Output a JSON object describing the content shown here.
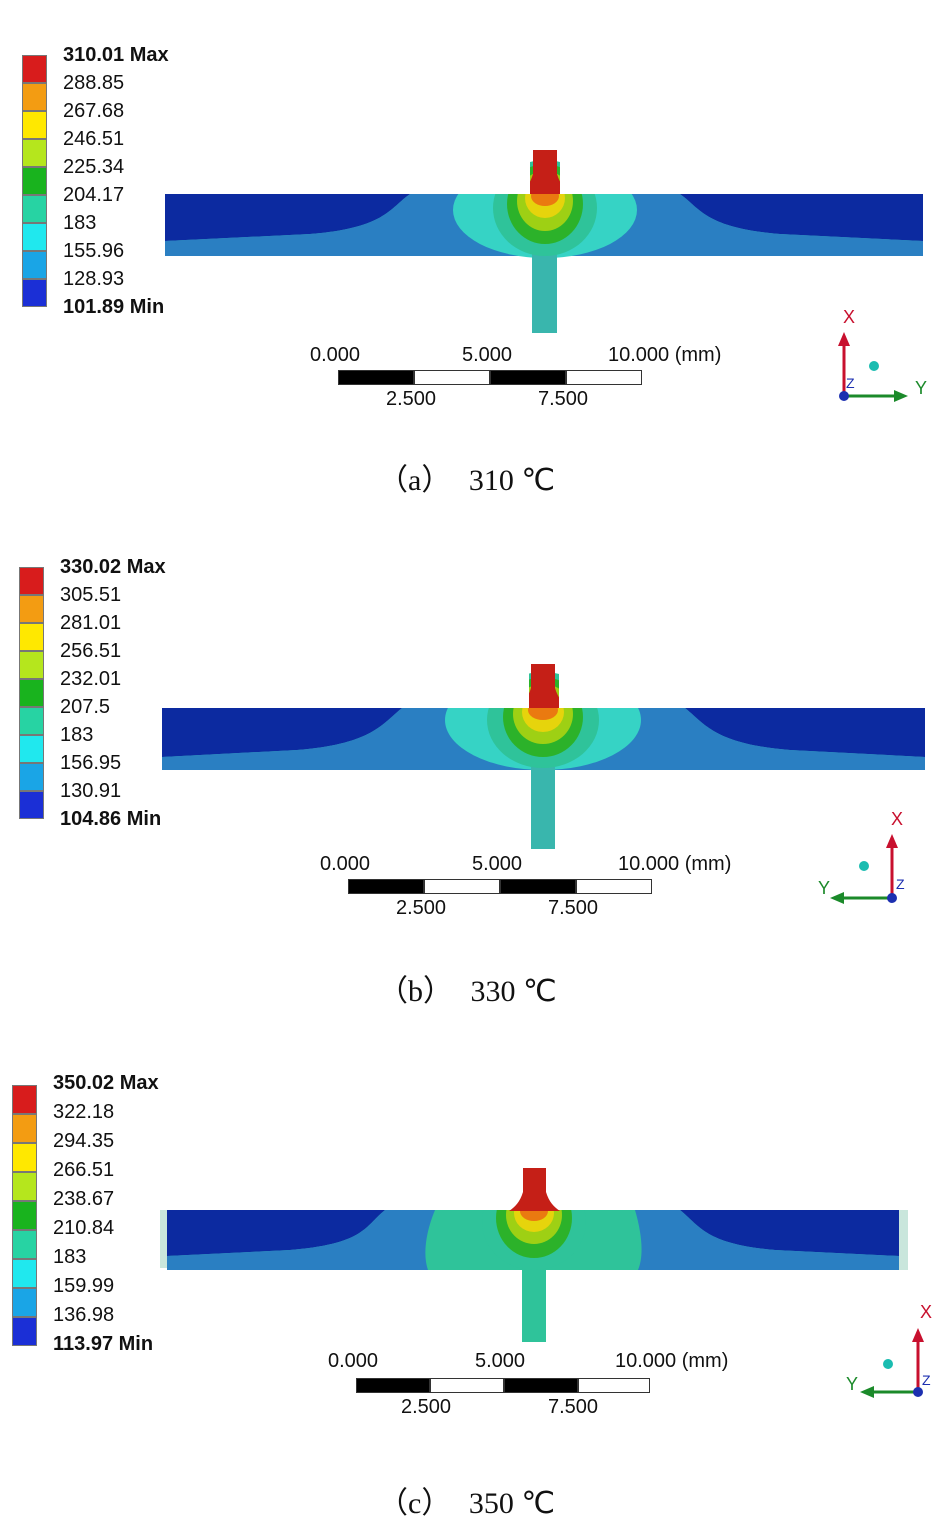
{
  "legend_colors": [
    "#d81c1c",
    "#f39c12",
    "#ffe800",
    "#b5e61d",
    "#19b31e",
    "#27d3a3",
    "#20e8ee",
    "#1aa5e6",
    "#1b2fd6"
  ],
  "model_colors": {
    "red": "#c51f17",
    "orange": "#ea7a10",
    "yellow": "#e6d40c",
    "lime": "#9ed014",
    "green": "#2cb22a",
    "teal": "#2fc39a",
    "tealB": "#39b6ad",
    "lightblue": "#3aa7cc",
    "blue": "#2a7fc2",
    "navy": "#0c2aa0",
    "cyan": "#36d3c5",
    "pale": "#c9e6dc"
  },
  "scalebar": {
    "ticks_top": [
      "0.000",
      "5.000",
      "10.000 (mm)"
    ],
    "ticks_bottom": [
      "2.500",
      "7.500"
    ]
  },
  "axes": {
    "x": "X",
    "y": "Y",
    "z": "Z"
  },
  "panels": [
    {
      "legend": [
        "310.01 Max",
        "288.85",
        "267.68",
        "246.51",
        "225.34",
        "204.17",
        "183",
        "155.96",
        "128.93",
        "101.89 Min"
      ],
      "caption_label": "（a）",
      "caption_temp": "310 ℃"
    },
    {
      "legend": [
        "330.02 Max",
        "305.51",
        "281.01",
        "256.51",
        "232.01",
        "207.5",
        "183",
        "156.95",
        "130.91",
        "104.86 Min"
      ],
      "caption_label": "（b）",
      "caption_temp": "330 ℃"
    },
    {
      "legend": [
        "350.02 Max",
        "322.18",
        "294.35",
        "266.51",
        "238.67",
        "210.84",
        "183",
        "159.99",
        "136.98",
        "113.97 Min"
      ],
      "caption_label": "（c）",
      "caption_temp": "350 ℃"
    }
  ]
}
